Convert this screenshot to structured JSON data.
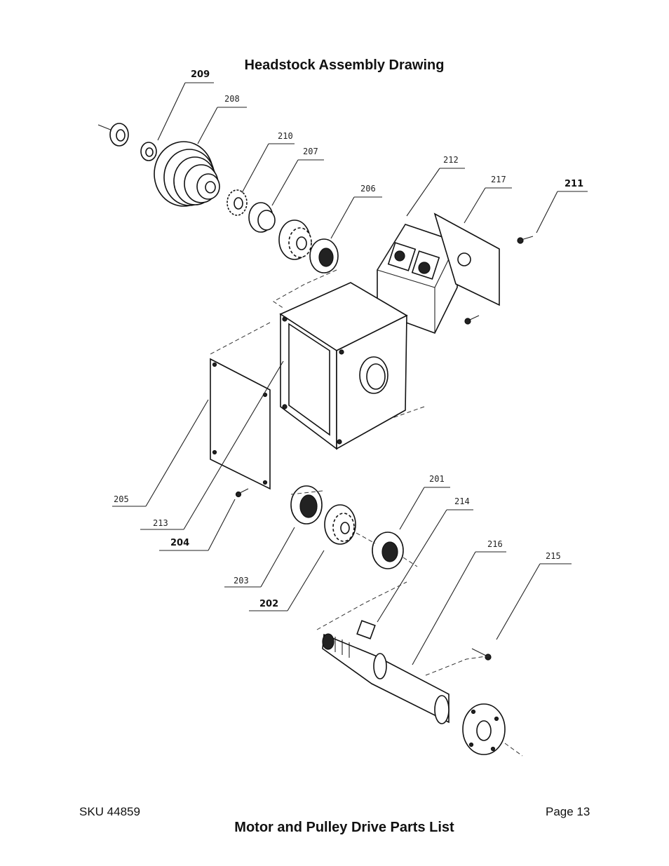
{
  "header": {
    "title": "Headstock Assembly Drawing"
  },
  "footer": {
    "sku": "SKU 44859",
    "page": "Page 13",
    "section_title": "Motor and Pulley Drive Parts List"
  },
  "callouts": {
    "p201": "201",
    "p202": "202",
    "p203": "203",
    "p204": "204",
    "p205": "205",
    "p206": "206",
    "p207": "207",
    "p208": "208",
    "p209": "209",
    "p210": "210",
    "p211": "211",
    "p212": "212",
    "p213": "213",
    "p214": "214",
    "p215": "215",
    "p216": "216",
    "p217": "217"
  }
}
